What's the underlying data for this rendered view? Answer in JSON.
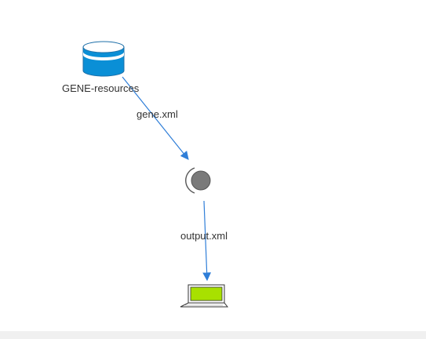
{
  "nodes": {
    "database": {
      "label": "GENE-resources",
      "icon": "database-icon"
    },
    "process": {
      "label": "",
      "icon": "process-node-icon"
    },
    "laptop": {
      "label": "",
      "icon": "laptop-icon"
    }
  },
  "edges": [
    {
      "from": "database",
      "to": "process",
      "label": "gene.xml"
    },
    {
      "from": "process",
      "to": "laptop",
      "label": "output.xml"
    }
  ],
  "colors": {
    "edge": "#2f7ed8",
    "database_fill": "#0a8fd6",
    "database_top": "#ffffff",
    "process_fill": "#7a7a7a",
    "laptop_screen": "#a8e000",
    "text": "#333333",
    "background": "#ffffff",
    "bottom_band": "#f0f0f0"
  }
}
